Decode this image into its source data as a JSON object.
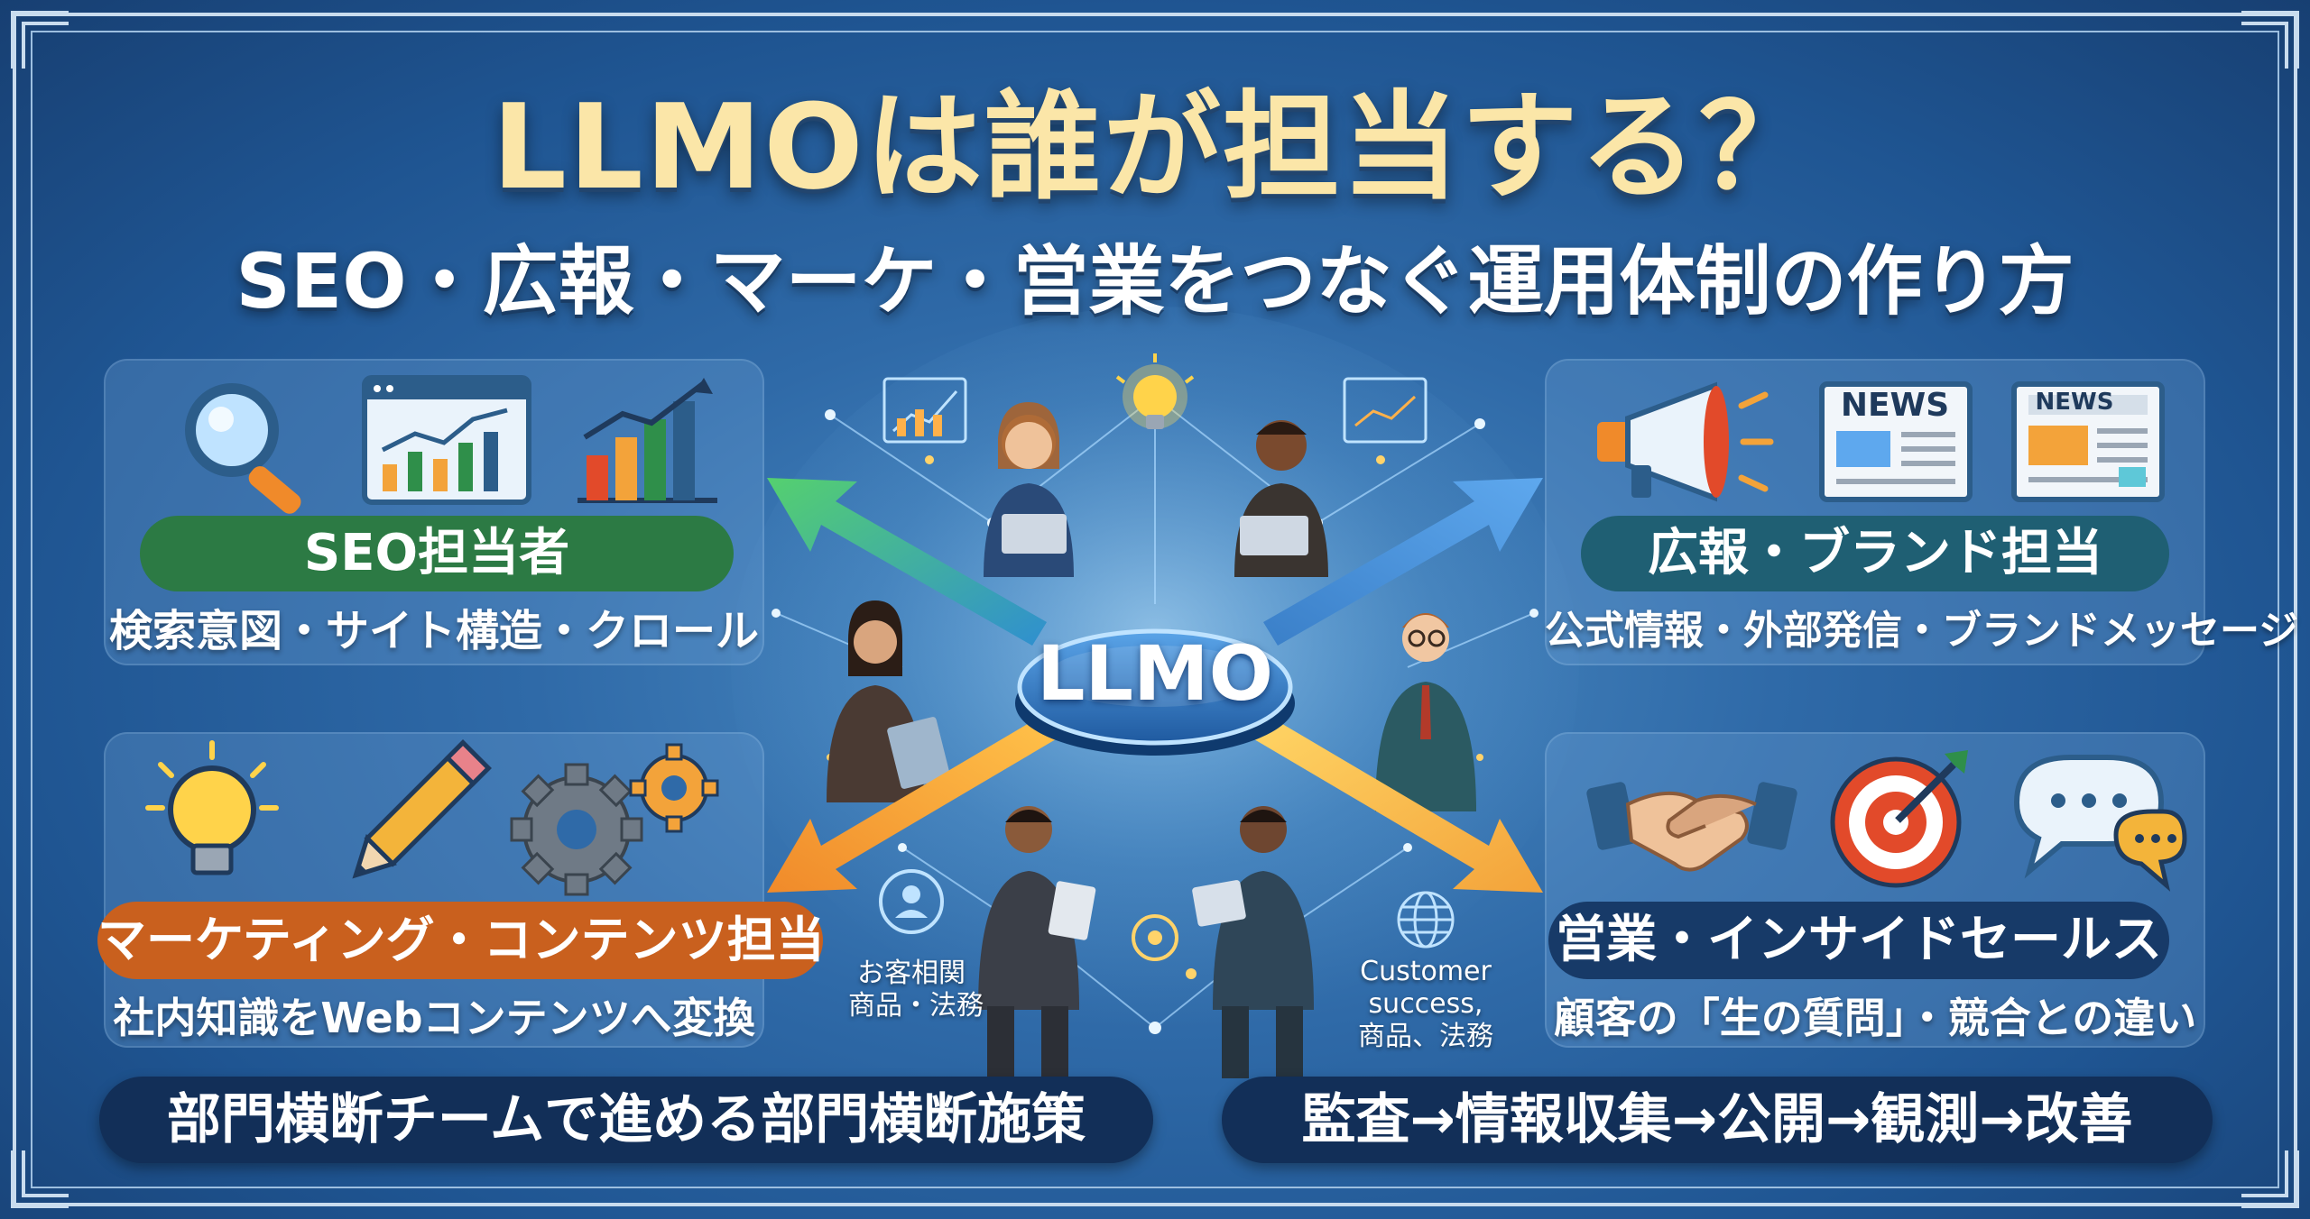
{
  "title": {
    "main": "LLMOは誰が担当する？",
    "sub": "SEO・広報・マーケ・営業をつなぐ運用体制の作り方"
  },
  "hub": {
    "label": "LLMO"
  },
  "roles": {
    "seo": {
      "title": "SEO担当者",
      "desc": "検索意図・サイト構造・クロール"
    },
    "pr": {
      "title": "広報・ブランド担当",
      "desc": "公式情報・外部発信・ブランドメッセージ"
    },
    "marketing": {
      "title": "マーケティング・コンテンツ担当",
      "desc": "社内知識をWebコンテンツへ変換"
    },
    "sales": {
      "title": "営業・インサイドセールス",
      "desc": "顧客の「生の質問」・競合との違い"
    }
  },
  "scene_labels": {
    "left": [
      "お客相関",
      "商品・法務"
    ],
    "right": [
      "Customer",
      "success,",
      "商品、法務"
    ]
  },
  "newspaper_labels": {
    "large": "NEWS",
    "small": "NEWS"
  },
  "bottom": {
    "left": "部門横断チームで進める部門横断施策",
    "right": "監査→情報収集→公開→観測→改善"
  },
  "colors": {
    "seo_pill": "#2c7a44",
    "pr_pill": "#1f5f73",
    "marketing_pill": "#c9601e",
    "sales_pill": "#173a68",
    "title_gold": "#fbe6a8",
    "bottom_bar": "#122f58"
  }
}
